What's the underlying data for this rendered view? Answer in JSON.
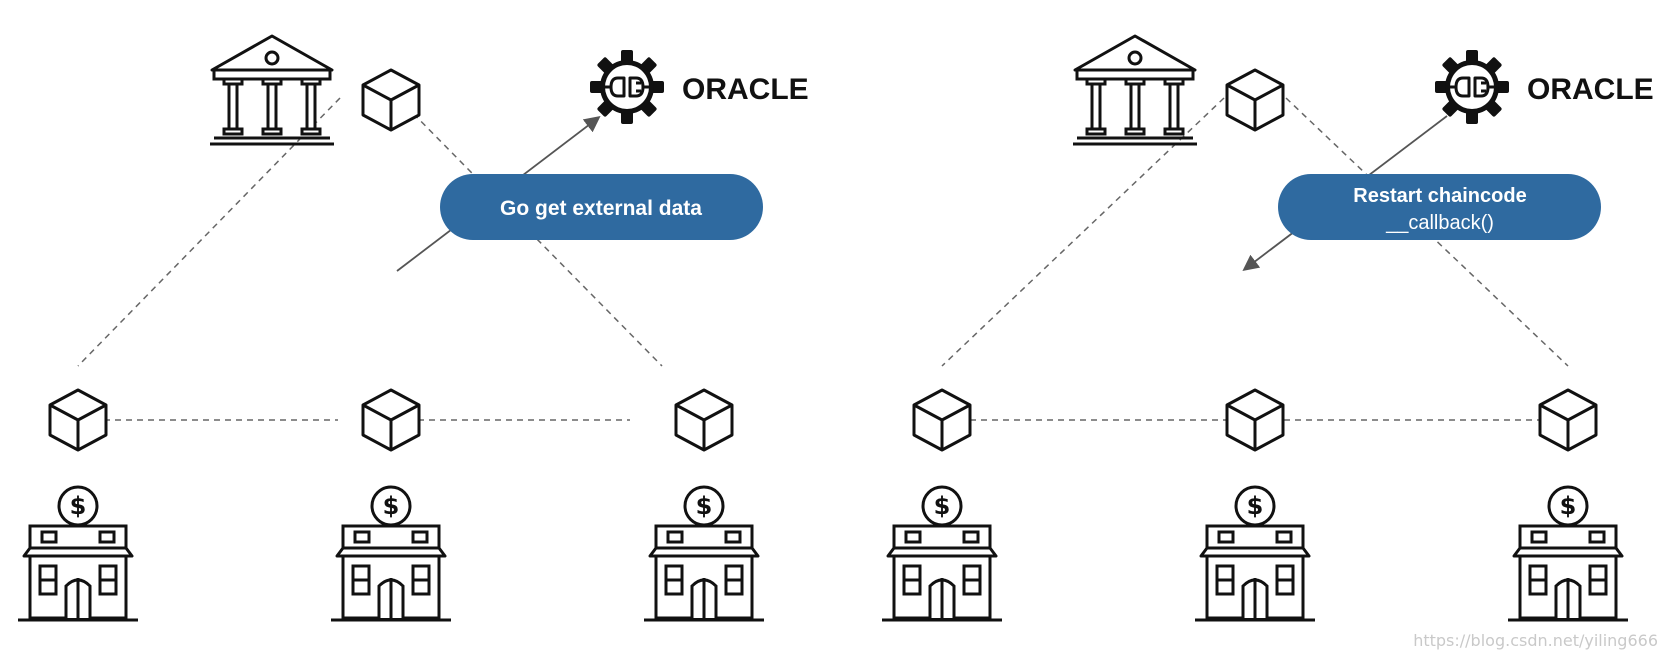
{
  "panels": [
    {
      "id": "left",
      "oracle_label": "ORACLE",
      "pill_line1": "Go get external data",
      "pill_line2": "",
      "arrow_direction": "to-oracle"
    },
    {
      "id": "right",
      "oracle_label": "ORACLE",
      "pill_line1": "Restart chaincode",
      "pill_line2": "__callback()",
      "arrow_direction": "from-oracle"
    }
  ],
  "icons": {
    "central": "bank-icon",
    "peer": "cube-icon",
    "member": "shop-icon",
    "oracle": "gear-plug-icon"
  },
  "colors": {
    "pill": "#2f6aa0",
    "pill_text": "#ffffff",
    "stroke": "#111111",
    "dashed": "#666666",
    "arrow": "#555555"
  },
  "watermark": "https://blog.csdn.net/yiling666"
}
